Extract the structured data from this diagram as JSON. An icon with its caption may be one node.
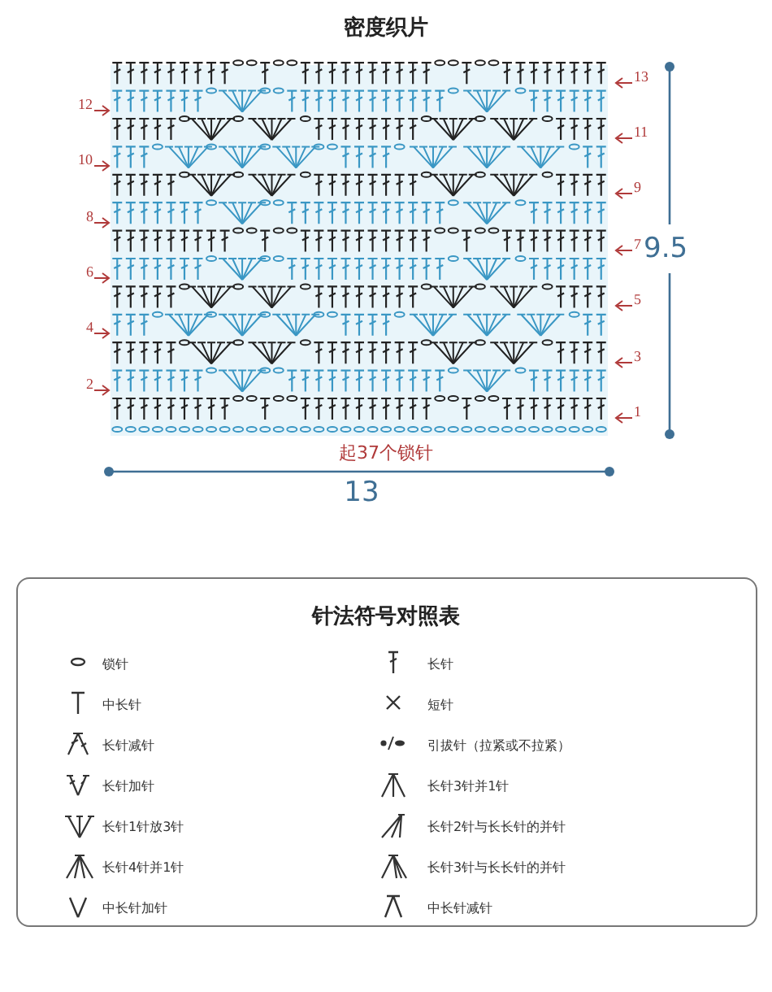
{
  "diagram": {
    "title": "密度织片",
    "labels": [
      "13",
      "12",
      "11",
      "10",
      "9",
      "8",
      "7",
      "6",
      "5",
      "4",
      "3",
      "2",
      "1",
      "9.5",
      "起37个锁针",
      "13",
      "针法符号对照表"
    ],
    "legend": [
      {
        "text": "锁针"
      },
      {
        "text": "长针"
      },
      {
        "text": "中长针"
      },
      {
        "text": "短针"
      },
      {
        "text": "长针减针"
      },
      {
        "text": "引拔针（拉紧或不拉紧）"
      },
      {
        "text": "长针加针"
      },
      {
        "text": "长针3针并1针"
      },
      {
        "text": "长针1针放3针"
      },
      {
        "text": "长针2针与长长针的并针"
      },
      {
        "text": "长针4针并1针"
      },
      {
        "text": "长针3针与长长针的并针"
      },
      {
        "text": "中长针加针"
      },
      {
        "text": "中长针减针"
      }
    ]
  }
}
